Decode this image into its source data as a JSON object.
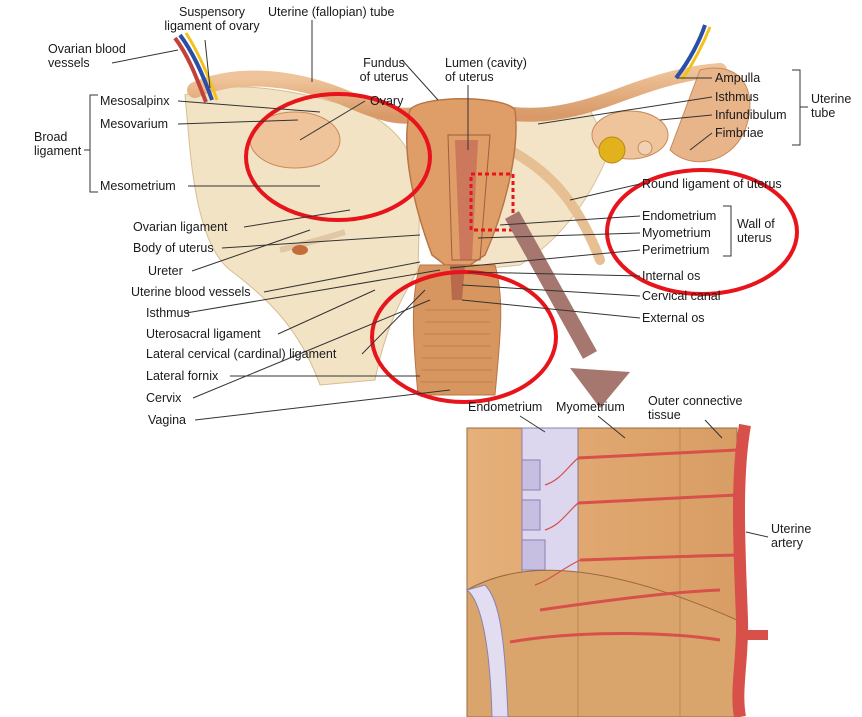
{
  "labels": {
    "suspensory_ligament": "Suspensory\nligament of ovary",
    "uterine_tube_top": "Uterine (fallopian) tube",
    "ovarian_blood_vessels": "Ovarian blood\nvessels",
    "fundus": "Fundus\nof uterus",
    "lumen": "Lumen (cavity)\nof uterus",
    "mesosalpinx": "Mesosalpinx",
    "mesovarium": "Mesovarium",
    "ovary": "Ovary",
    "broad_ligament": "Broad\nligament",
    "mesometrium": "Mesometrium",
    "ovarian_ligament": "Ovarian ligament",
    "body_of_uterus": "Body of uterus",
    "ureter": "Ureter",
    "uterine_blood_vessels": "Uterine blood vessels",
    "isthmus_left": "Isthmus",
    "uterosacral_ligament": "Uterosacral ligament",
    "lateral_cervical_ligament": "Lateral cervical (cardinal) ligament",
    "lateral_fornix": "Lateral fornix",
    "cervix": "Cervix",
    "vagina": "Vagina",
    "ampulla": "Ampulla",
    "isthmus_right": "Isthmus",
    "infundibulum": "Infundibulum",
    "fimbriae": "Fimbriae",
    "uterine_tube_right": "Uterine\ntube",
    "round_ligament": "Round ligament of uterus",
    "endometrium": "Endometrium",
    "myometrium": "Myometrium",
    "perimetrium": "Perimetrium",
    "wall_of_uterus": "Wall of\nuterus",
    "internal_os": "Internal os",
    "cervical_canal": "Cervical canal",
    "external_os": "External os",
    "inset_endometrium": "Endometrium",
    "inset_myometrium": "Myometrium",
    "inset_outer_connective": "Outer connective\ntissue",
    "inset_uterine_artery": "Uterine\nartery"
  },
  "colors": {
    "tissue": "#e9b98a",
    "tissue_dark": "#c98a5a",
    "uterus_muscle": "#d9925f",
    "ligament": "#f1dcb6",
    "highlight_circle": "#e8141b",
    "artery": "#d8504a",
    "vein_blue": "#2b4fa8",
    "nerve_yellow": "#f2c21b",
    "inset_wall": "#e3ad74",
    "inset_endometrium": "#d9d4ec",
    "arrow": "#a5776e"
  }
}
